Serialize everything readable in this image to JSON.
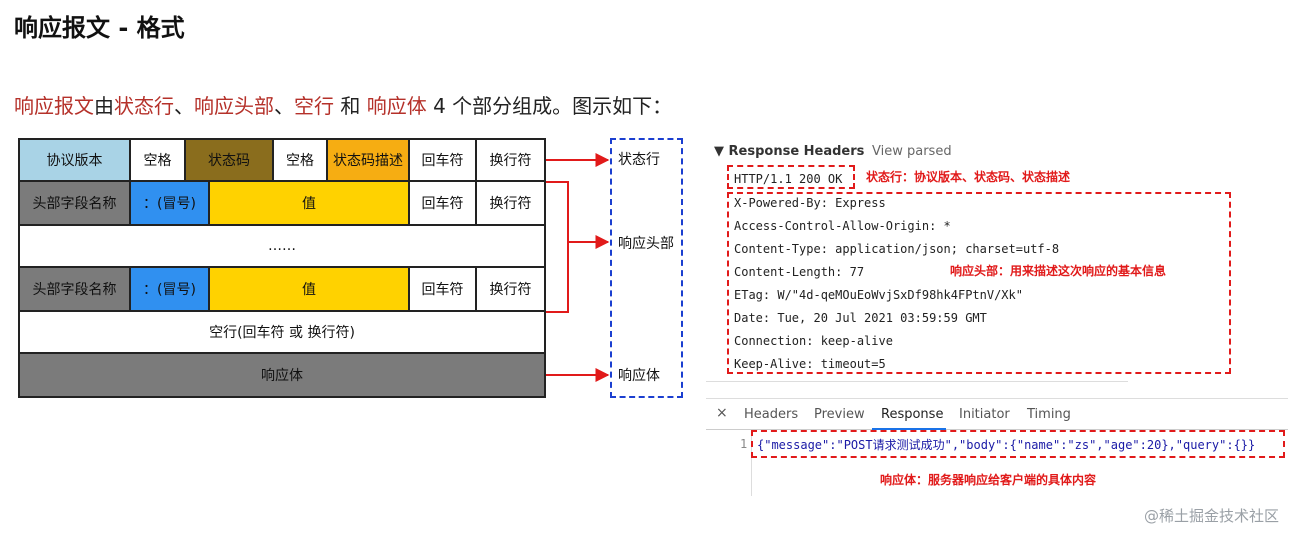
{
  "title": "响应报文 - 格式",
  "intro": {
    "p1": "响应报文",
    "p2": "由",
    "p3": "状态行",
    "p4": "、",
    "p5": "响应头部",
    "p6": "、",
    "p7": "空行",
    "p8": " 和 ",
    "p9": "响应体",
    "p10": " 4 个部分组成。图示如下："
  },
  "diagram": {
    "row1": [
      "协议版本",
      "空格",
      "状态码",
      "空格",
      "状态码描述",
      "回车符",
      "换行符"
    ],
    "row2": [
      "头部字段名称",
      "：(冒号)",
      "值",
      "回车符",
      "换行符"
    ],
    "row3": "……",
    "row4": [
      "头部字段名称",
      "：(冒号)",
      "值",
      "回车符",
      "换行符"
    ],
    "row5": "空行(回车符 或 换行符)",
    "row6": "响应体",
    "legend": [
      "状态行",
      "响应头部",
      "响应体"
    ]
  },
  "devtools": {
    "response_headers_label": "▼ Response Headers",
    "view_parsed": "View parsed",
    "status_line": "HTTP/1.1 200 OK",
    "status_note": "状态行：协议版本、状态码、状态描述",
    "headers": [
      "X-Powered-By: Express",
      "Access-Control-Allow-Origin: *",
      "Content-Type: application/json; charset=utf-8",
      "Content-Length: 77",
      "ETag: W/\"4d-qeMOuEoWvjSxDf98hk4FPtnV/Xk\"",
      "Date: Tue, 20 Jul 2021 03:59:59 GMT",
      "Connection: keep-alive",
      "Keep-Alive: timeout=5"
    ],
    "headers_note": "响应头部：用来描述这次响应的基本信息",
    "tabs": [
      "Headers",
      "Preview",
      "Response",
      "Initiator",
      "Timing"
    ],
    "active_tab": "Response",
    "close_icon": "×",
    "line_number": "1",
    "body_json": "{\"message\":\"POST请求测试成功\",\"body\":{\"name\":\"zs\",\"age\":20},\"query\":{}}",
    "body_note": "响应体：服务器响应给客户端的具体内容"
  },
  "watermark": "@稀土掘金技术社区",
  "colors": {
    "highlight_text": "#b5312a",
    "annotation_red": "#e11a1a",
    "legend_border": "#1b3fd0",
    "light_blue": "#a9d3e6",
    "brown": "#8a6d1d",
    "orange": "#f6ad12",
    "grey": "#7b7b7b",
    "blue": "#3090f0",
    "yellow": "#ffd200"
  }
}
